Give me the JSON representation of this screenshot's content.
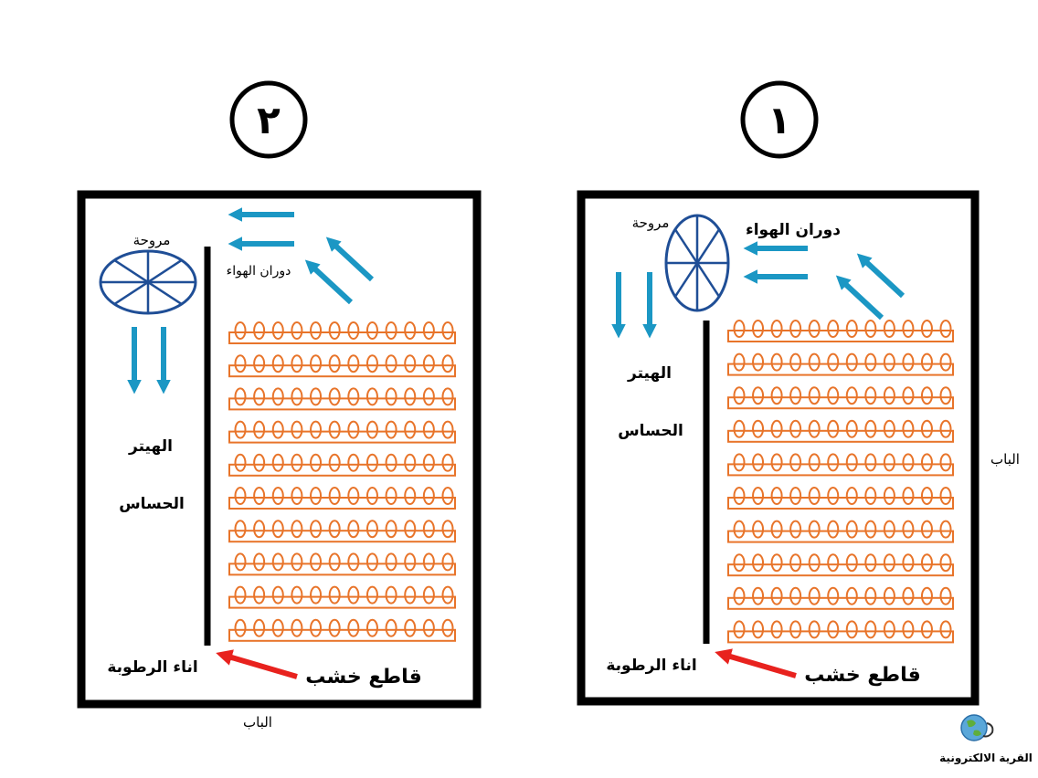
{
  "diagram": {
    "panel_2": {
      "number": "٢",
      "fan": "مروحة",
      "air": "دوران الهواء",
      "heater": "الهيتر",
      "sensor": "الحساس",
      "tray": "اناء الرطوبة",
      "cutter": "قاطع خشب",
      "door": "الباب"
    },
    "panel_1": {
      "number": "١",
      "fan": "مروحة",
      "air": "دوران الهواء",
      "heater": "الهيتر",
      "sensor": "الحساس",
      "tray": "اناء الرطوبة",
      "cutter": "قاطع خشب",
      "door": "الباب"
    },
    "watermark": "القرية الالكترونية",
    "colors": {
      "frame": "#000000",
      "egg": "#e8742a",
      "fan": "#1f4e96",
      "air_arrow": "#1b97c4",
      "cutter_arrow": "#e8221e"
    }
  }
}
